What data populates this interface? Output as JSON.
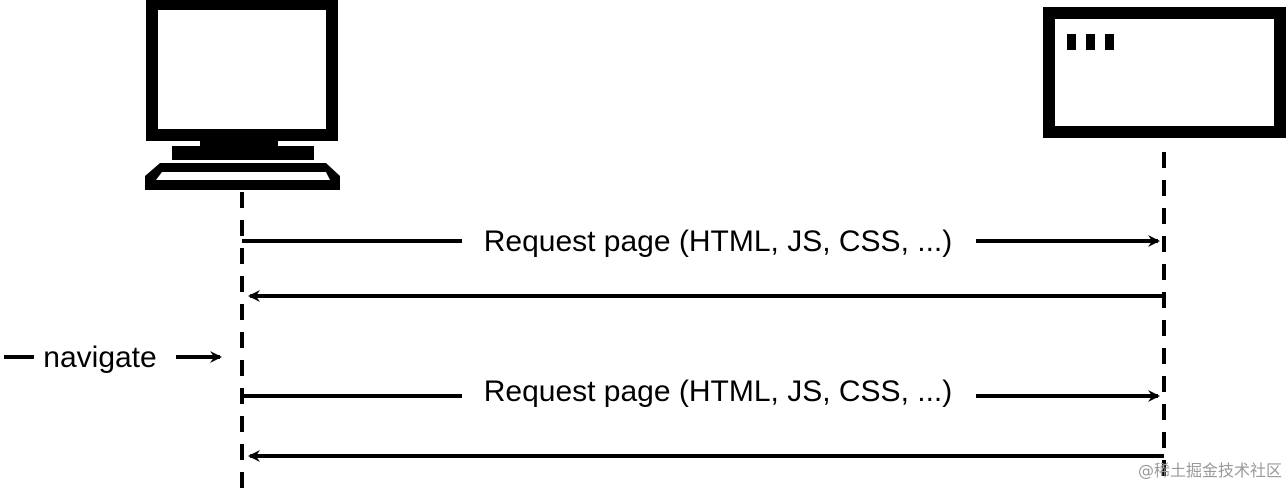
{
  "diagram": {
    "messages": [
      {
        "label": "Request page (HTML, JS, CSS, ...)"
      },
      {
        "label": "Request page (HTML, JS, CSS, ...)"
      }
    ],
    "trigger": {
      "label": "navigate"
    },
    "watermark": "@稀土掘金技术社区"
  },
  "colors": {
    "stroke": "#000000",
    "background": "#ffffff",
    "watermark": "#9a9a9a"
  },
  "icons": {
    "client": "desktop-computer-icon",
    "server": "server-window-icon"
  }
}
